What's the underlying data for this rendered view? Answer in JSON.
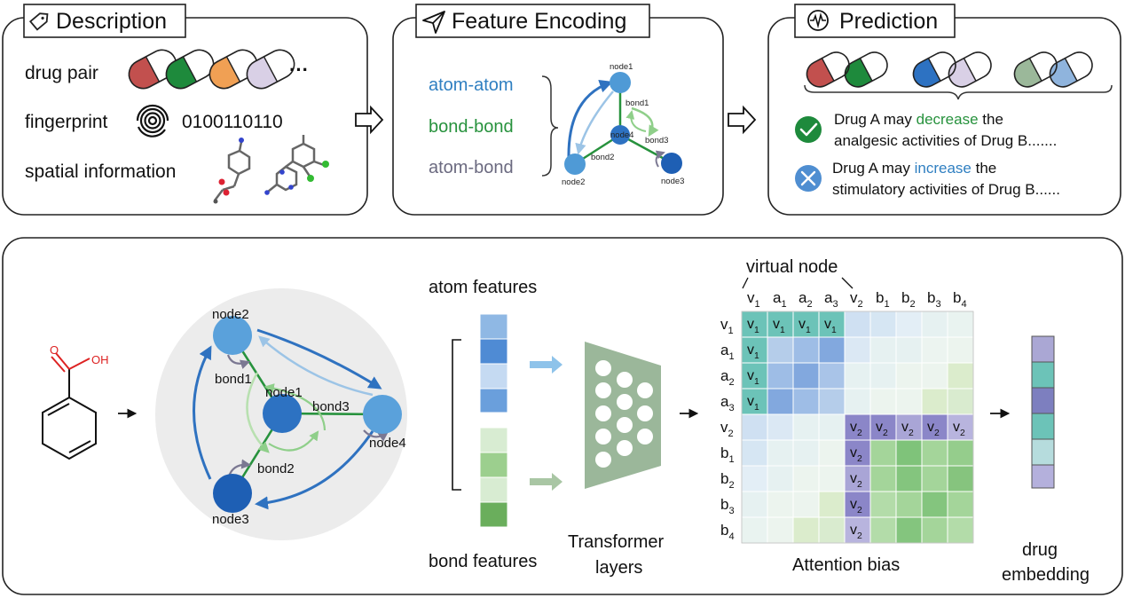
{
  "description": {
    "title": "Description",
    "drug_pair_label": "drug pair",
    "ellipsis": "···",
    "fingerprint_label": "fingerprint",
    "fingerprint_bits": "0100110110",
    "spatial_label": "spatial information"
  },
  "feature_encoding": {
    "title": "Feature Encoding",
    "atom_atom": "atom-atom",
    "bond_bond": "bond-bond",
    "atom_bond": "atom-bond",
    "node1": "node1",
    "node2": "node2",
    "node3": "node3",
    "node4": "node4",
    "bond1": "bond1",
    "bond2": "bond2",
    "bond3": "bond3"
  },
  "prediction": {
    "title": "Prediction",
    "result1_pre": "Drug A may ",
    "result1_keyword": "decrease",
    "result1_post": " the",
    "result1_line2": "analgesic activities of Drug B.......",
    "result2_pre": "Drug A may ",
    "result2_keyword": "increase",
    "result2_post": " the",
    "result2_line2": "stimulatory activities of Drug B......"
  },
  "pipeline": {
    "molecule_oh": "OH",
    "molecule_o": "O",
    "graph": {
      "node1": "node1",
      "node2": "node2",
      "node3": "node3",
      "node4": "node4",
      "bond1": "bond1",
      "bond2": "bond2",
      "bond3": "bond3"
    },
    "atom_features": "atom features",
    "bond_features": "bond features",
    "transformer_line1": "Transformer",
    "transformer_line2": "layers",
    "virtual_node": "virtual node",
    "attention_bias": "Attention bias",
    "drug_line1": "drug",
    "drug_line2": "embedding",
    "matrix_headers": [
      {
        "base": "v",
        "sub": "1"
      },
      {
        "base": "a",
        "sub": "1"
      },
      {
        "base": "a",
        "sub": "2"
      },
      {
        "base": "a",
        "sub": "3"
      },
      {
        "base": "v",
        "sub": "2"
      },
      {
        "base": "b",
        "sub": "1"
      },
      {
        "base": "b",
        "sub": "2"
      },
      {
        "base": "b",
        "sub": "3"
      },
      {
        "base": "b",
        "sub": "4"
      }
    ],
    "matrix_cell_v1": {
      "base": "v",
      "sub": "1"
    },
    "matrix_cell_v2": {
      "base": "v",
      "sub": "2"
    }
  },
  "colors": {
    "red_pill": "#c2504e",
    "green_pill": "#1e8a3c",
    "orange_pill": "#f0a054",
    "lavender_pill": "#d9d0e6",
    "blue_pill": "#2d72c2",
    "sage_pill": "#9bb89a",
    "lightblue_pill": "#8fb4dd",
    "atom_atom_text": "#2f7fc1",
    "bond_bond_text": "#27923d",
    "atom_bond_text": "#6b6a80",
    "decrease_text": "#27923d",
    "increase_text": "#2f7fc1",
    "check_circle": "#1e8a3c",
    "cross_circle": "#4f8ed1"
  }
}
